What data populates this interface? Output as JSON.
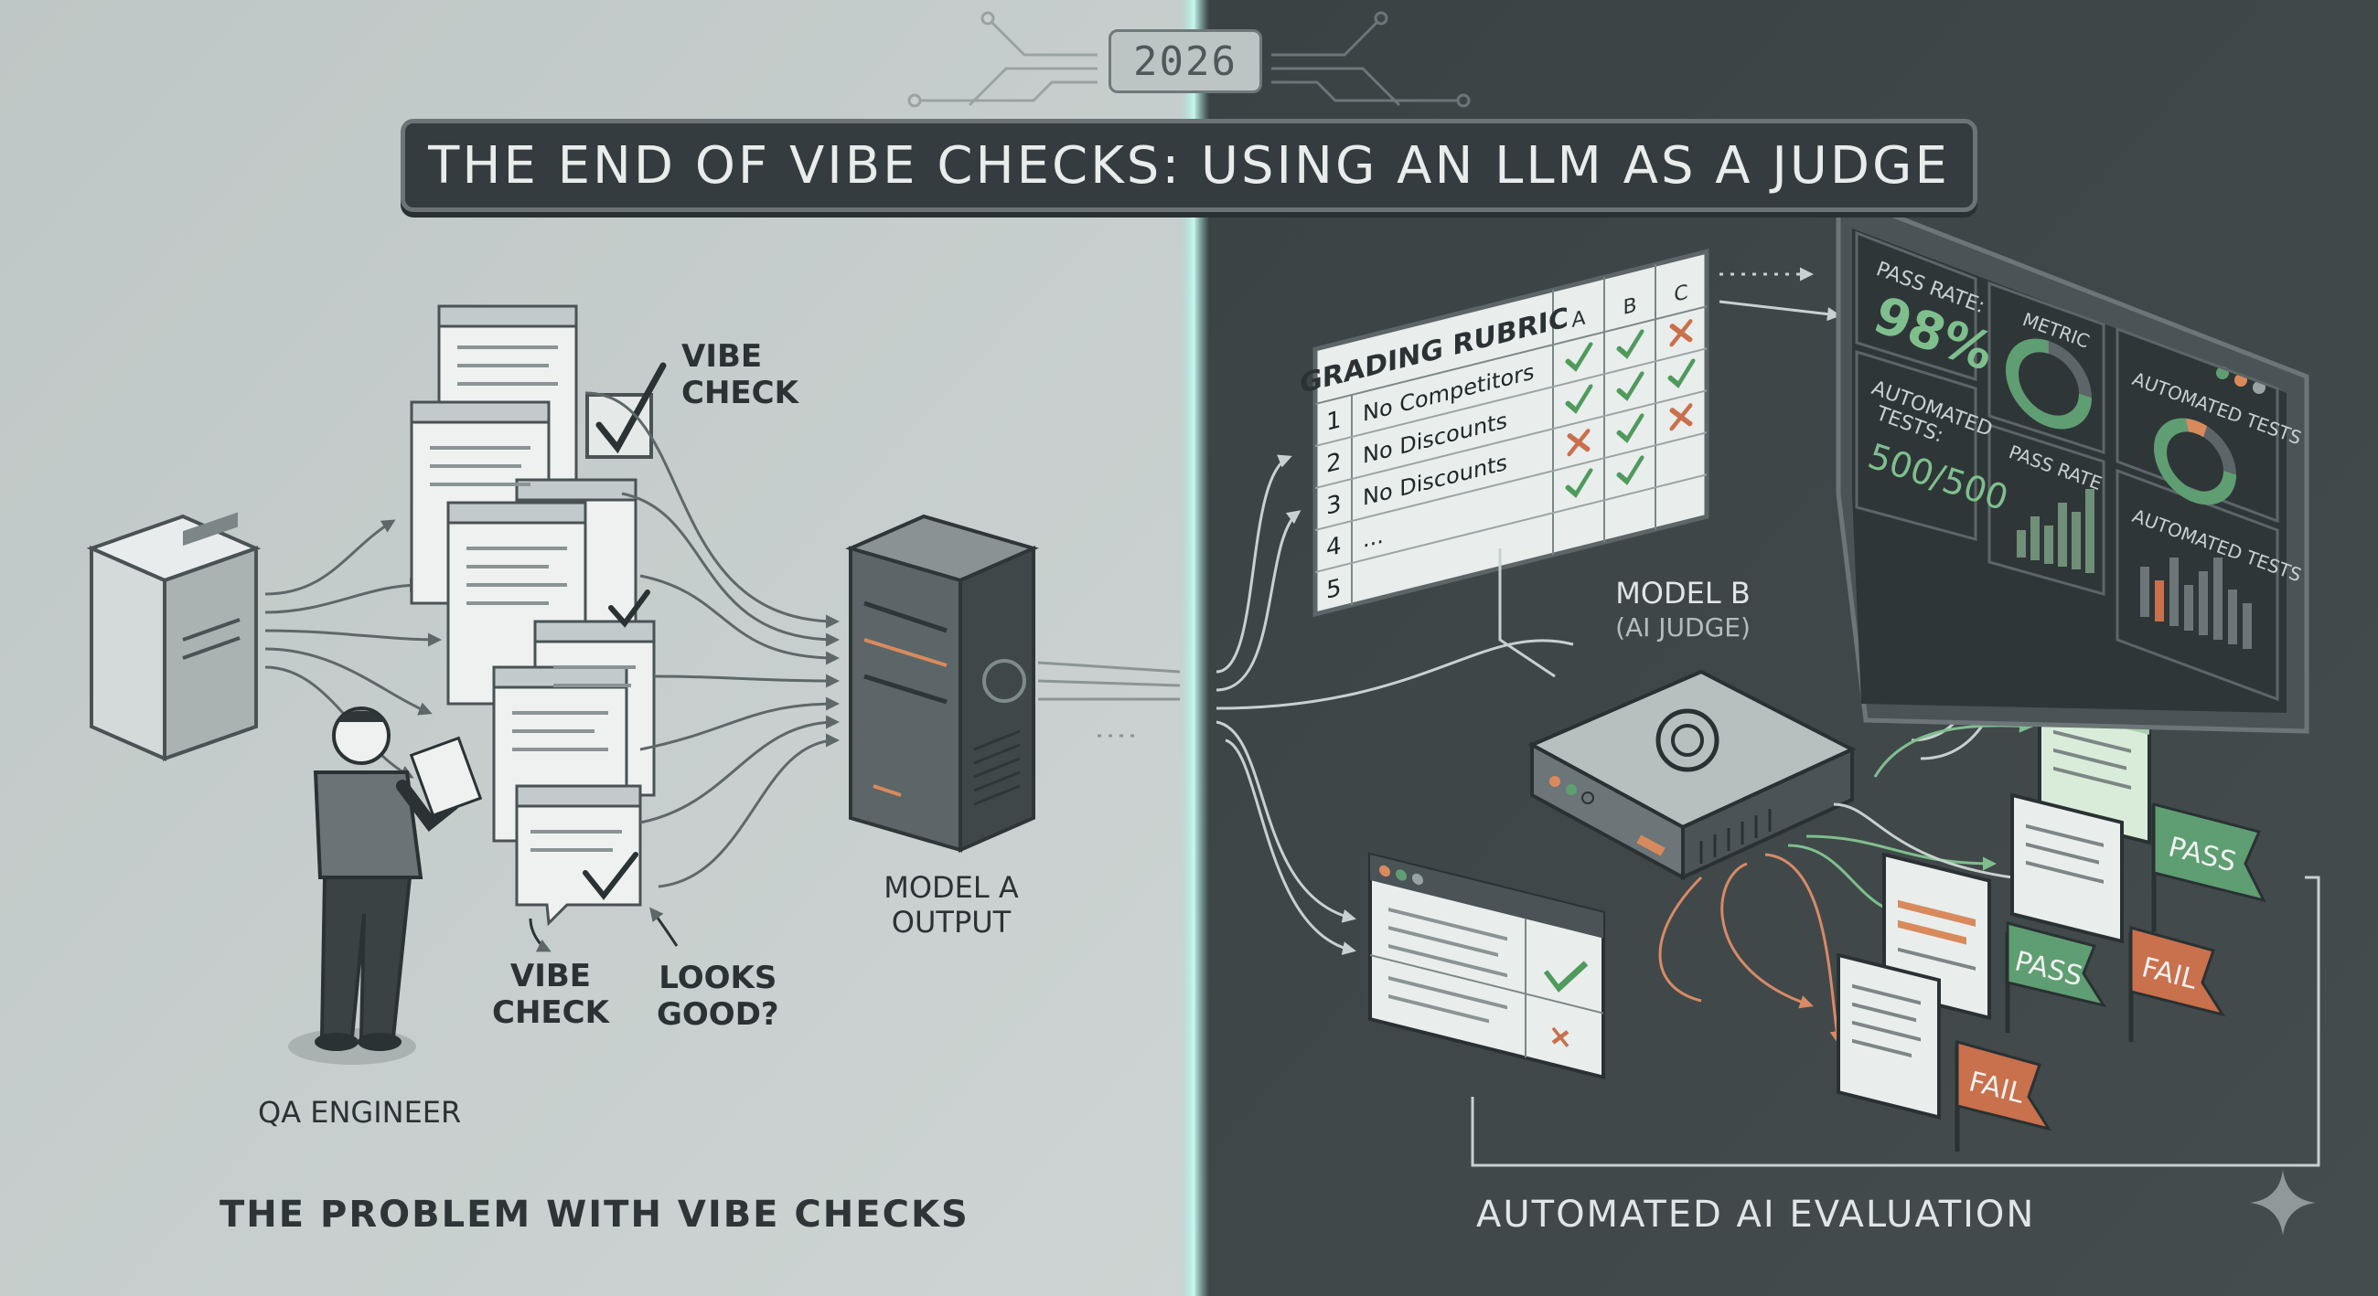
{
  "header": {
    "year": "2026",
    "title": "THE END OF VIBE CHECKS: USING AN LLM AS A JUDGE"
  },
  "left_panel": {
    "caption": "THE PROBLEM WITH VIBE CHECKS",
    "vibe_check_top": [
      "VIBE",
      "CHECK"
    ],
    "vibe_check_bottom": [
      "VIBE",
      "CHECK"
    ],
    "looks_good": [
      "LOOKS",
      "GOOD?"
    ],
    "engineer_label": "QA ENGINEER",
    "model_a_label": [
      "MODEL A",
      "OUTPUT"
    ]
  },
  "right_panel": {
    "caption": "AUTOMATED AI EVALUATION",
    "rubric": {
      "title": "GRADING RUBRIC",
      "columns": [
        "A",
        "B",
        "C"
      ],
      "rows": [
        {
          "num": "1",
          "label": "No Competitors",
          "marks": [
            "check",
            "check",
            "cross"
          ]
        },
        {
          "num": "2",
          "label": "No Discounts",
          "marks": [
            "check",
            "check",
            "check"
          ]
        },
        {
          "num": "3",
          "label": "No Discounts",
          "marks": [
            "cross",
            "check",
            "cross"
          ]
        },
        {
          "num": "4",
          "label": "...",
          "marks": [
            "check",
            "check",
            ""
          ]
        },
        {
          "num": "5",
          "label": "",
          "marks": [
            "",
            "",
            ""
          ]
        }
      ]
    },
    "judge_label": [
      "MODEL B",
      "(AI JUDGE)"
    ],
    "dashboard": {
      "pass_rate_label": "PASS RATE:",
      "pass_rate_value": "98%",
      "metric_label": "METRIC",
      "automated_tests_label": "AUTOMATED TESTS",
      "automated_tests_colon_label": [
        "AUTOMATED",
        "TESTS:"
      ],
      "tests_value": "500/500",
      "pass_rate_chart_label": "PASS RATE",
      "automated_tests_chart_label": "AUTOMATED TESTS"
    },
    "flags": [
      "PASS",
      "PASS",
      "FAIL",
      "FAIL"
    ]
  },
  "colors": {
    "left_bg": "#c7cecd",
    "right_bg": "#3d4547",
    "pass_green": "#5f9e72",
    "fail_orange": "#c9704c",
    "check_green": "#4f9a5c"
  }
}
